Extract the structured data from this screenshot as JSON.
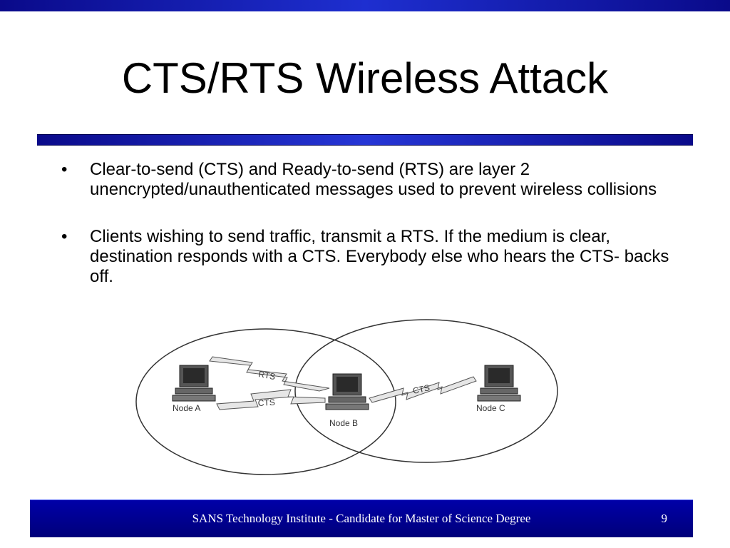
{
  "slide": {
    "title": "CTS/RTS Wireless Attack",
    "bullet_symbol": "•",
    "bullets": [
      "Clear-to-send (CTS) and Ready-to-send (RTS) are layer 2 unencrypted/unauthenticated messages used to prevent wireless collisions",
      "Clients wishing to send traffic, transmit a RTS. If the medium is clear, destination responds with a CTS. Everybody else who hears the CTS- backs off."
    ]
  },
  "diagram": {
    "nodes": {
      "a": "Node A",
      "b": "Node B",
      "c": "Node C"
    },
    "signals": {
      "rts": "RTS",
      "cts_ab": "CTS",
      "cts_bc": "CTS"
    },
    "colors": {
      "ellipse_stroke": "#333333",
      "bolt_fill": "#e6e6e6",
      "computer_fill": "#555555"
    }
  },
  "footer": {
    "text": "SANS Technology Institute - Candidate for Master of Science Degree",
    "page_number": "9"
  },
  "colors": {
    "bar_blue": "#1e2fd0",
    "footer_blue": "#0000a8"
  }
}
